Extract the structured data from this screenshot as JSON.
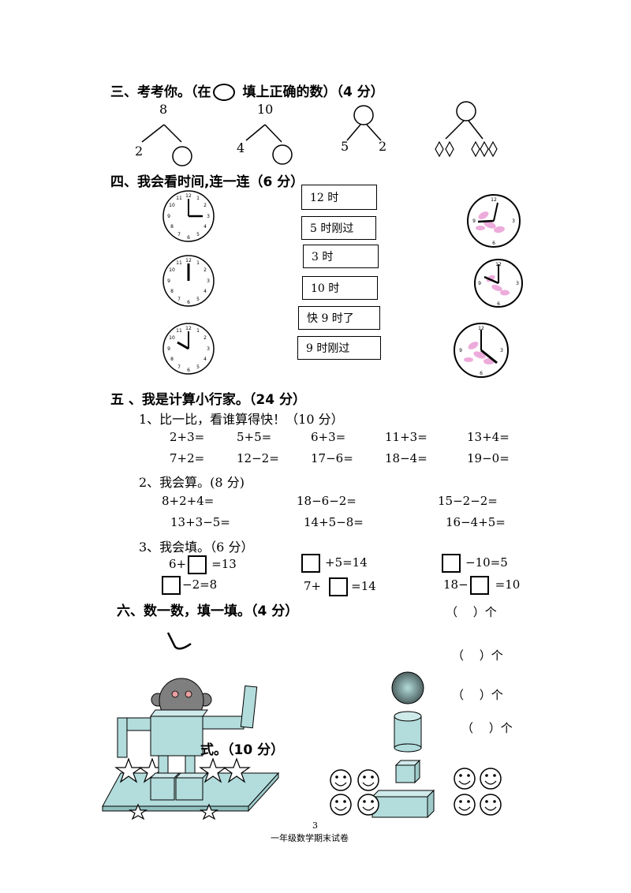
{
  "section3": {
    "title_pre": "三、考考你。（在",
    "title_post": "填上正确的数）（4 分）",
    "trees": [
      {
        "top": "8",
        "left": "2",
        "right": ""
      },
      {
        "top": "10",
        "left": "4",
        "right": ""
      },
      {
        "top": "",
        "left": "5",
        "right": "2"
      },
      {
        "top": "",
        "left": "",
        "right": ""
      }
    ]
  },
  "section4": {
    "title": "四、我会看时间,连一连（6 分）",
    "labels": [
      "12 时",
      "5 时刚过",
      "3 时",
      "10 时",
      "快 9 时了",
      "9 时刚过"
    ]
  },
  "section5": {
    "title": "五 、我是计算小行家。（24 分）",
    "part1": {
      "title": "1、比一比，看谁算得快！（10 分）",
      "row1": [
        "2+3=",
        "5+5=",
        "6+3=",
        "11+3=",
        "13+4="
      ],
      "row2": [
        "7+2=",
        "12−2=",
        "17−6=",
        "18−4=",
        "19−0="
      ]
    },
    "part2": {
      "title": "2、我会算。(8 分)",
      "row1": [
        "8+2+4=",
        "18−6−2=",
        "15−2−2="
      ],
      "row2": [
        "13+3−5=",
        "14+5−8=",
        "16−4+5="
      ]
    },
    "part3": {
      "title": "3、我会填。（6 分）",
      "items": [
        {
          "pre": "6+",
          "post": "=13"
        },
        {
          "pre": "",
          "post": "+5=14"
        },
        {
          "pre": "",
          "post": "−10=5"
        },
        {
          "pre": "",
          "post": "−2=8"
        },
        {
          "pre": "7+",
          "post": "=14"
        },
        {
          "pre": "18−",
          "post": "=10"
        }
      ]
    }
  },
  "section6": {
    "title": "六、数一数，填一填。（4 分）",
    "blanks": [
      "（　 ）个",
      "（　 ）个",
      "（　 ）个",
      "（　 ）个"
    ],
    "overlap_title": "式。（10 分）"
  },
  "footer": {
    "page": "3",
    "caption": "一年级数学期末试卷"
  },
  "colors": {
    "shape_fill": "#b3dcdc",
    "robot_head": "#7f7f7f",
    "flower": "#e890d0"
  }
}
